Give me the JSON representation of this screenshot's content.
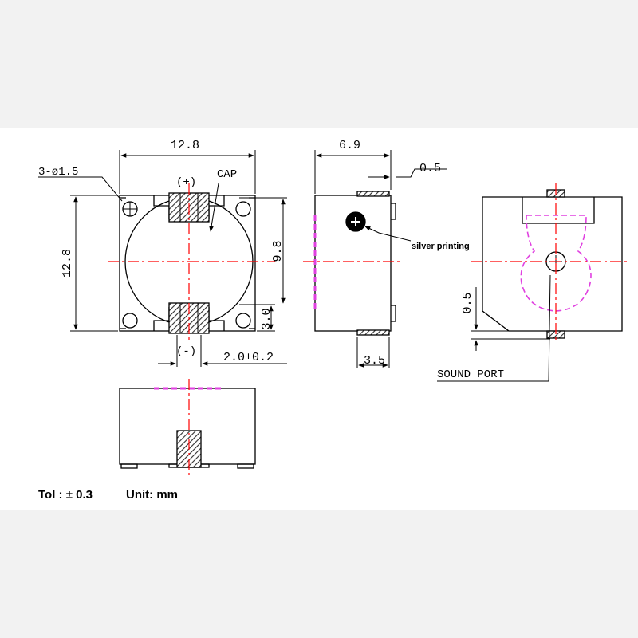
{
  "colors": {
    "centerline": "#ff0000",
    "hidden": "#e040e0",
    "line": "#000000",
    "hatch": "#404040"
  },
  "labels": {
    "holes": "3-ø1.5",
    "cap": "CAP",
    "plus": "(+)",
    "minus": "(-)",
    "silver_printing": "silver printing",
    "sound_port": "SOUND PORT"
  },
  "dims": {
    "top_width": "12.8",
    "left_height": "12.8",
    "inner_height": "9.8",
    "lower_offset": "3.0",
    "pin_width": "2.0±0.2",
    "side_width": "6.9",
    "side_gap": "0.5",
    "side_pad": "3.5",
    "back_gap": "0.5"
  },
  "footer": {
    "tolerance": "Tol : ± 0.3",
    "unit": "Unit: mm"
  }
}
